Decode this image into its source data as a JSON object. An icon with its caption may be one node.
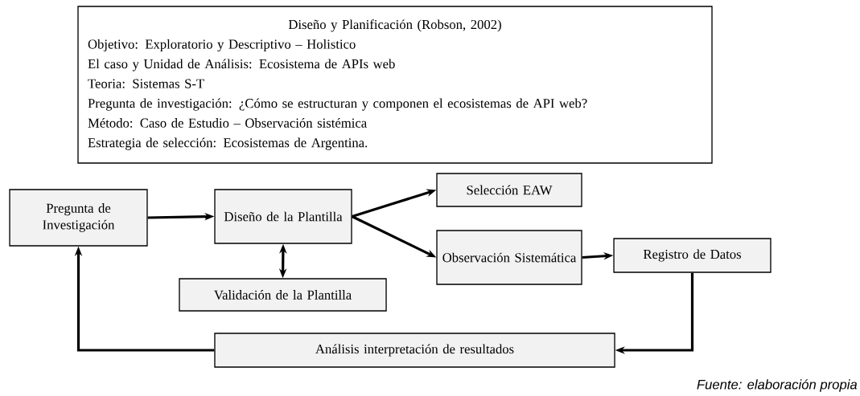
{
  "diagram": {
    "nodes": [
      {
        "text": [
          "Diseño y Planificación (Robson, 2002)",
          "Objetivo: Exploratorio y Descriptivo – Holistico",
          "El caso y Unidad de Análisis: Ecosistema de APIs web",
          "Teoria: Sistemas S-T",
          "Pregunta de investigación: ¿Cómo se estructuran y componen el ecosistemas de API web?",
          "Método: Caso de Estudio – Observación sistémica",
          "Estrategia de selección: Ecosistemas de Argentina."
        ]
      },
      {
        "text": [
          "Pregunta de Investigación"
        ]
      },
      {
        "text": [
          "Diseño de la Plantilla"
        ]
      },
      {
        "text": [
          "Selección EAW"
        ]
      },
      {
        "text": [
          "Observación Sistemática"
        ]
      },
      {
        "text": [
          "Validación de la Plantilla"
        ]
      },
      {
        "text": [
          "Registro de Datos"
        ]
      },
      {
        "text": [
          "Análisis interpretación de resultados"
        ]
      }
    ],
    "edges": [
      {
        "from": 1,
        "to": 2,
        "arrow": "to"
      },
      {
        "from": 2,
        "to": 3,
        "arrow": "to"
      },
      {
        "from": 2,
        "to": 4,
        "arrow": "to"
      },
      {
        "from": 2,
        "to": 5,
        "arrow": "both"
      },
      {
        "from": 4,
        "to": 6,
        "arrow": "to"
      },
      {
        "from": 6,
        "to": 7,
        "arrow": "to"
      },
      {
        "from": 7,
        "to": 1,
        "arrow": "to"
      }
    ],
    "labels": [
      "Fuente: elaboración propia"
    ]
  }
}
